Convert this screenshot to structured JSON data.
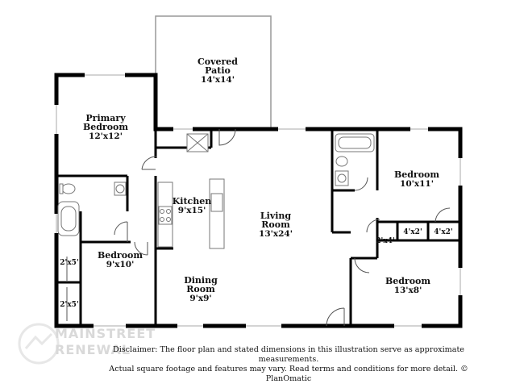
{
  "rooms": {
    "covered_patio": {
      "name_line1": "Covered",
      "name_line2": "Patio",
      "dims": "14'x14'"
    },
    "primary_bedroom": {
      "name_line1": "Primary",
      "name_line2": "Bedroom",
      "dims": "12'x12'"
    },
    "kitchen": {
      "name": "Kitchen",
      "dims": "9'x15'"
    },
    "living_room": {
      "name": "Living",
      "name_line2": "Room",
      "dims": "13'x24'"
    },
    "dining_room": {
      "name": "Dining",
      "name_line2": "Room",
      "dims": "9'x9'"
    },
    "bedroom_front_left": {
      "name": "Bedroom",
      "dims": "9'x10'"
    },
    "bedroom_back_right": {
      "name": "Bedroom",
      "dims": "10'x11'"
    },
    "bedroom_front_right": {
      "name": "Bedroom",
      "dims": "13'x8'"
    },
    "closet_left_upper": {
      "dims": "2'x5'"
    },
    "closet_left_lower": {
      "dims": "2'x5'"
    },
    "closet_2x4": {
      "dims": "2'x4'"
    },
    "closet_4x2_a": {
      "dims": "4'x2'"
    },
    "closet_4x2_b": {
      "dims": "4'x2'"
    }
  },
  "disclaimer": {
    "line1": "Disclaimer: The floor plan and stated dimensions in this illustration serve as approximate measurements.",
    "line2": "Actual square footage and features may vary. Read terms and conditions for more detail. © PlanOmatic"
  },
  "watermark": {
    "line1": "MAINSTREET",
    "line2": "RENEWAL"
  }
}
